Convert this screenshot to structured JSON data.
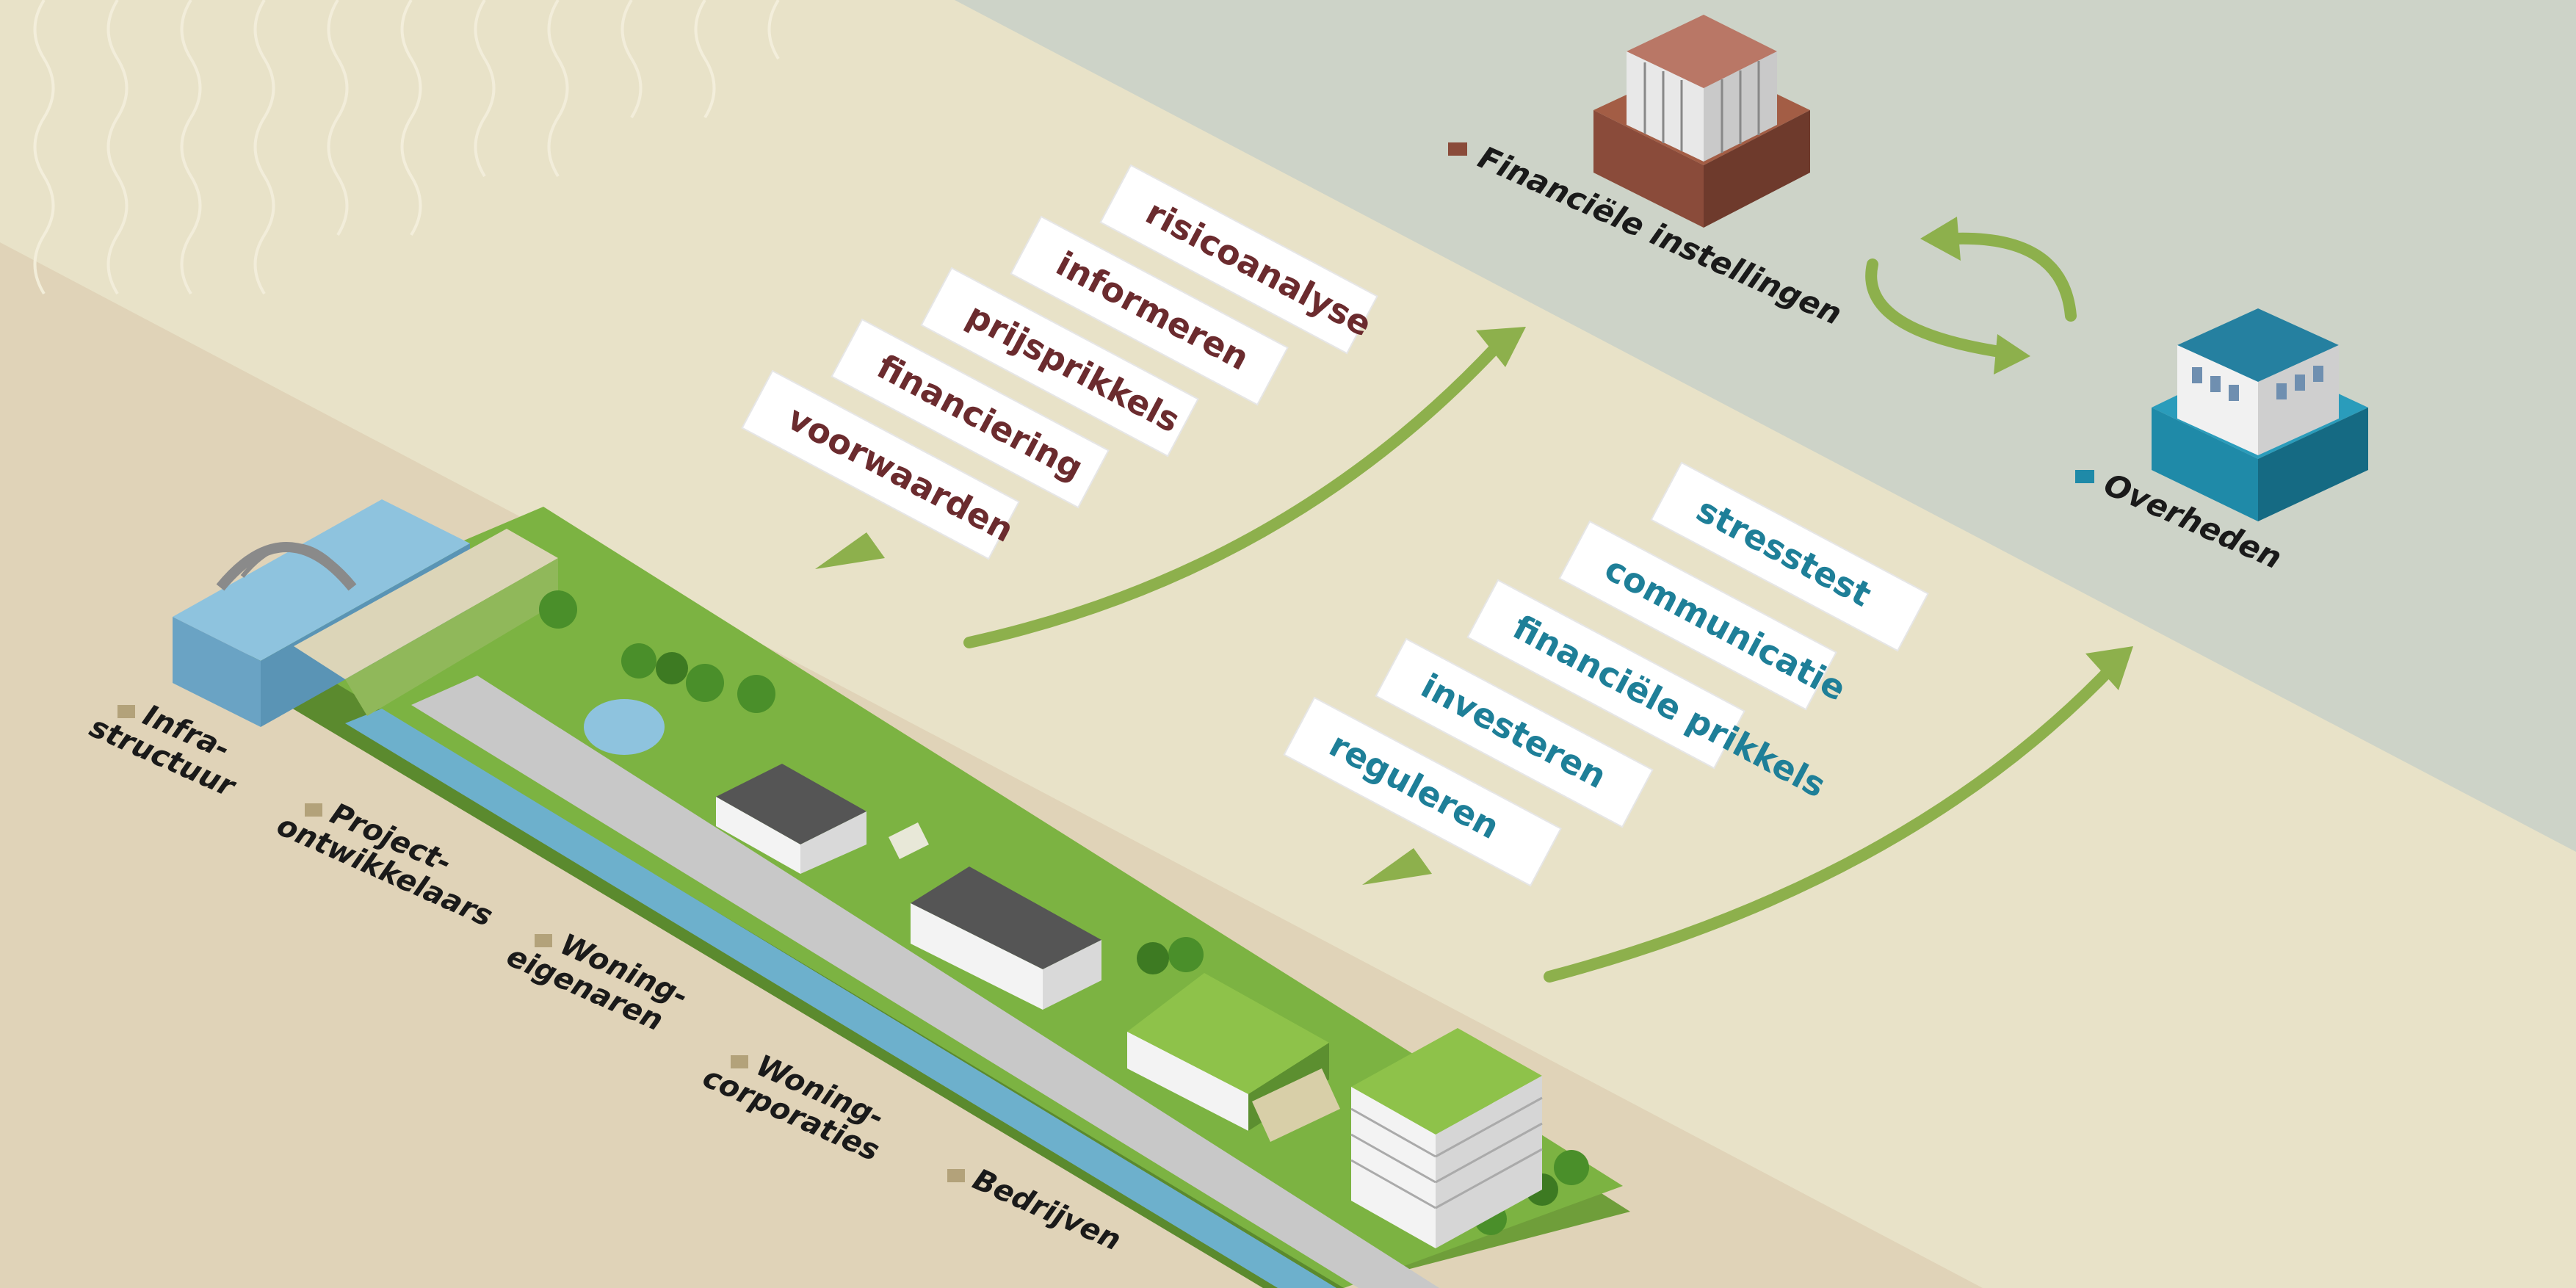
{
  "colors": {
    "bg_beige": "#e8e2c8",
    "bg_sand": "#e0d3b8",
    "bg_grey": "#cdd3c8",
    "green": "#8db04c",
    "dark_green": "#5f8b30",
    "finance_text": "#6b2b2e",
    "finance_brown": "#8a4b3a",
    "gov_text": "#1e7f98",
    "gov_blue": "#1f8aa8",
    "marker_sand": "#b3a27a"
  },
  "finance_instruments": [
    {
      "label": "risicoanalyse"
    },
    {
      "label": "informeren"
    },
    {
      "label": "prijsprikkels"
    },
    {
      "label": "financiering"
    },
    {
      "label": "voorwaarden"
    }
  ],
  "government_instruments": [
    {
      "label": "stresstest"
    },
    {
      "label": "communicatie"
    },
    {
      "label": "financiële prikkels"
    },
    {
      "label": "investeren"
    },
    {
      "label": "reguleren"
    }
  ],
  "actors": {
    "financial": "Financiële instellingen",
    "government": "Overheden"
  },
  "stakeholders": [
    {
      "line1": "Infra-",
      "line2": "structuur"
    },
    {
      "line1": "Project-",
      "line2": "ontwikkelaars"
    },
    {
      "line1": "Woning-",
      "line2": "eigenaren"
    },
    {
      "line1": "Woning-",
      "line2": "corporaties"
    },
    {
      "line1": "Bedrijven",
      "line2": ""
    }
  ]
}
